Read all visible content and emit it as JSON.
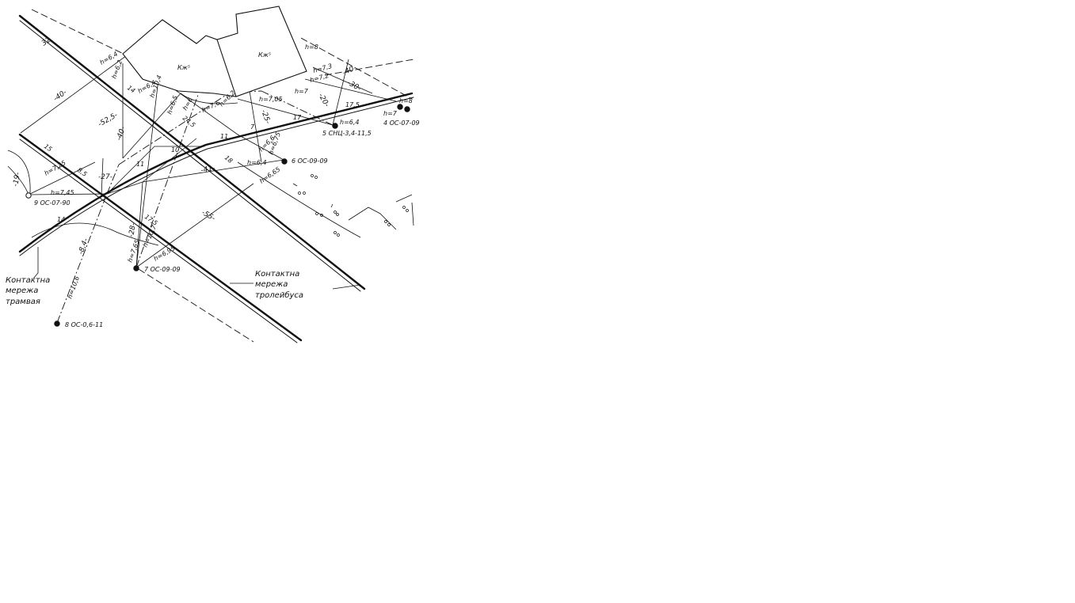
{
  "buildings": [
    {
      "id": "b1",
      "label": "Кж⁵"
    },
    {
      "id": "b2",
      "label": "Кж⁵"
    }
  ],
  "poles": [
    {
      "id": "p4",
      "label": "4 ОС-07-09"
    },
    {
      "id": "p5",
      "label": "5 СНЦ-3,4-11,5"
    },
    {
      "id": "p6",
      "label": "6 ОС-09-09"
    },
    {
      "id": "p7",
      "label": "7 ОС-09-09"
    },
    {
      "id": "p8",
      "label": "8 ОС-0,6-11"
    },
    {
      "id": "p9",
      "label": "9 ОС-07-90"
    }
  ],
  "heights": [
    "h=6,4",
    "h=6,2",
    "h=6,4",
    "h=10,4",
    "h=6,5",
    "h=6",
    "h=7,6",
    "h=6,2",
    "h=7,05",
    "h=7",
    "h=8",
    "h=7,3",
    "h=7,2",
    "h=7",
    "h=6,4",
    "h=6,6",
    "h=6,75",
    "h=6,4",
    "h=6,65",
    "h=7,45",
    "h=7,25",
    "h=7,65",
    "h=10,7",
    "h=6,95",
    "h=10,6",
    "h=8"
  ],
  "distances": [
    "32",
    "-40-",
    "-52,5-",
    "-40-",
    "14",
    "24,5",
    "10",
    "11",
    "7",
    "17",
    "17,5",
    "18",
    "-41-",
    "-25-",
    "-20-",
    "-40-",
    "-30-",
    "15",
    "8,5",
    "-27-",
    "-55-",
    "11",
    "14",
    "17,5",
    "-28-",
    "-8,4-",
    "-19-"
  ],
  "captions": {
    "tram": [
      "Контактна",
      "мережа",
      "трамвая"
    ],
    "trolley": [
      "Контактна",
      "мережа",
      "тролейбуса"
    ]
  }
}
